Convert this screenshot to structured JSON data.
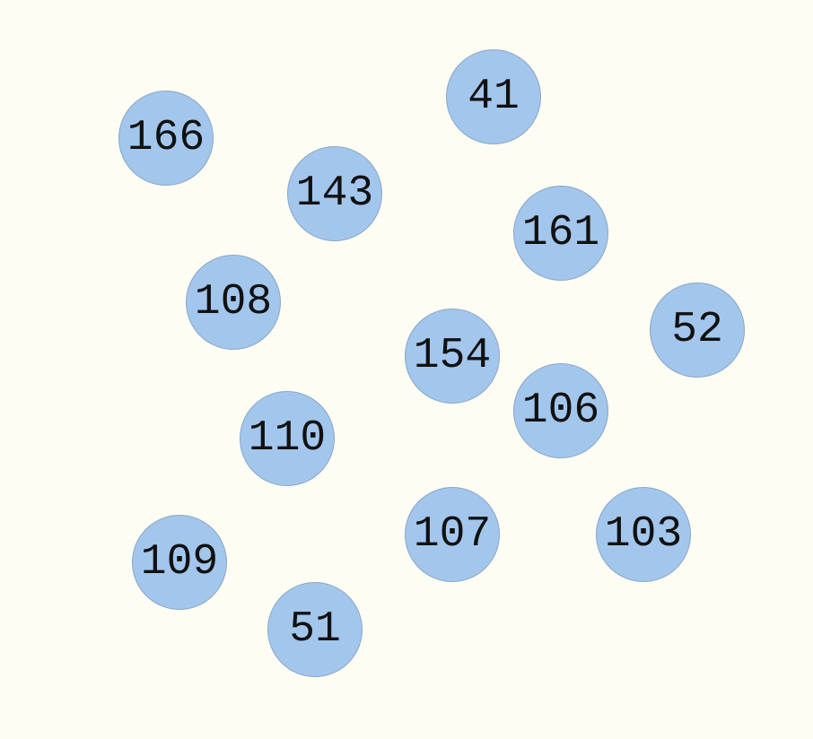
{
  "circles": [
    {
      "label": "166"
    },
    {
      "label": "41"
    },
    {
      "label": "143"
    },
    {
      "label": "161"
    },
    {
      "label": "108"
    },
    {
      "label": "52"
    },
    {
      "label": "154"
    },
    {
      "label": "106"
    },
    {
      "label": "110"
    },
    {
      "label": "107"
    },
    {
      "label": "103"
    },
    {
      "label": "109"
    },
    {
      "label": "51"
    }
  ],
  "colors": {
    "background": "#fdfdf3",
    "circle_fill": "#a3c6ec",
    "circle_border": "#8aa6c8",
    "text": "#111111"
  }
}
